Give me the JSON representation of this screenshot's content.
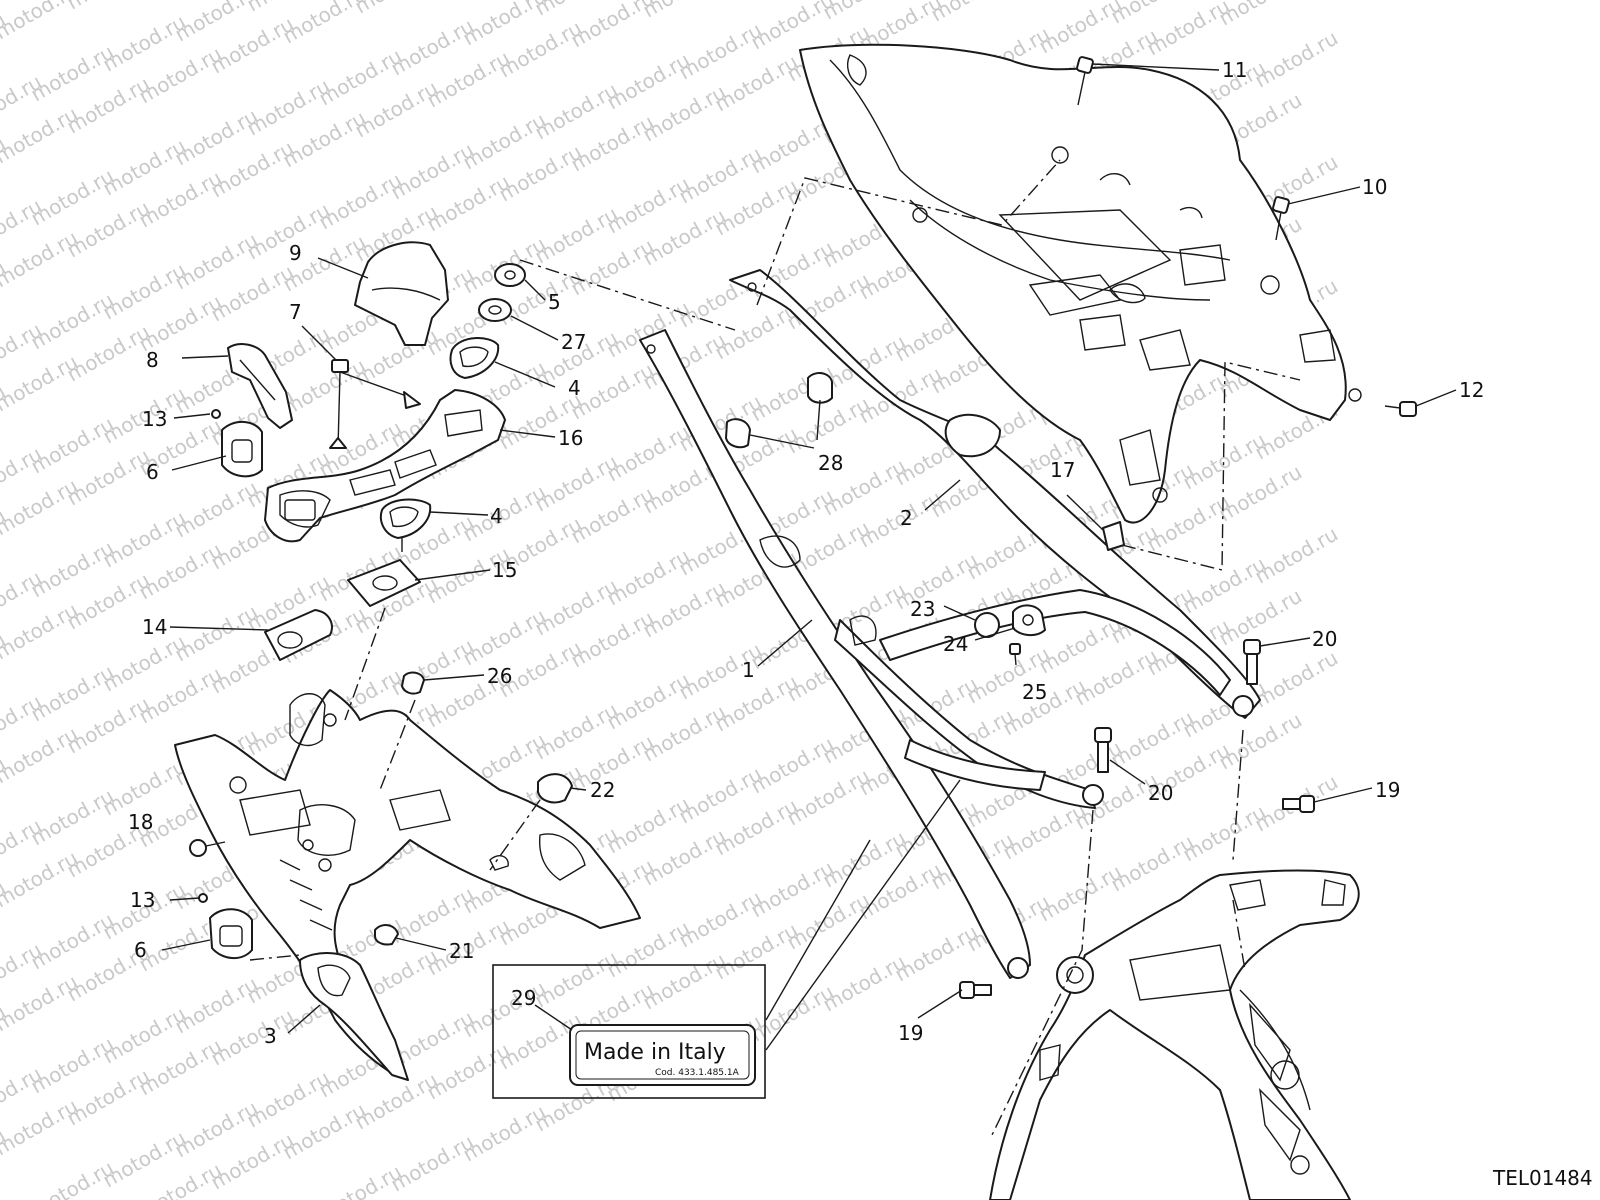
{
  "diagram": {
    "reference_code": "TEL01484",
    "watermark_text": "motod.ru",
    "callouts": [
      {
        "id": "c1",
        "text": "1"
      },
      {
        "id": "c2",
        "text": "2"
      },
      {
        "id": "c3",
        "text": "3"
      },
      {
        "id": "c4a",
        "text": "4"
      },
      {
        "id": "c4b",
        "text": "4"
      },
      {
        "id": "c5",
        "text": "5"
      },
      {
        "id": "c6a",
        "text": "6"
      },
      {
        "id": "c6b",
        "text": "6"
      },
      {
        "id": "c7",
        "text": "7"
      },
      {
        "id": "c8",
        "text": "8"
      },
      {
        "id": "c9",
        "text": "9"
      },
      {
        "id": "c10",
        "text": "10"
      },
      {
        "id": "c11",
        "text": "11"
      },
      {
        "id": "c12",
        "text": "12"
      },
      {
        "id": "c13a",
        "text": "13"
      },
      {
        "id": "c13b",
        "text": "13"
      },
      {
        "id": "c14",
        "text": "14"
      },
      {
        "id": "c15",
        "text": "15"
      },
      {
        "id": "c16",
        "text": "16"
      },
      {
        "id": "c17",
        "text": "17"
      },
      {
        "id": "c18",
        "text": "18"
      },
      {
        "id": "c19a",
        "text": "19"
      },
      {
        "id": "c19b",
        "text": "19"
      },
      {
        "id": "c20a",
        "text": "20"
      },
      {
        "id": "c20b",
        "text": "20"
      },
      {
        "id": "c21",
        "text": "21"
      },
      {
        "id": "c22",
        "text": "22"
      },
      {
        "id": "c23",
        "text": "23"
      },
      {
        "id": "c24",
        "text": "24"
      },
      {
        "id": "c25",
        "text": "25"
      },
      {
        "id": "c26",
        "text": "26"
      },
      {
        "id": "c27",
        "text": "27"
      },
      {
        "id": "c28",
        "text": "28"
      },
      {
        "id": "c29",
        "text": "29"
      }
    ],
    "label_plate": {
      "main_text": "Made in Italy",
      "code_text": "Cod. 433.1.485.1A"
    }
  }
}
